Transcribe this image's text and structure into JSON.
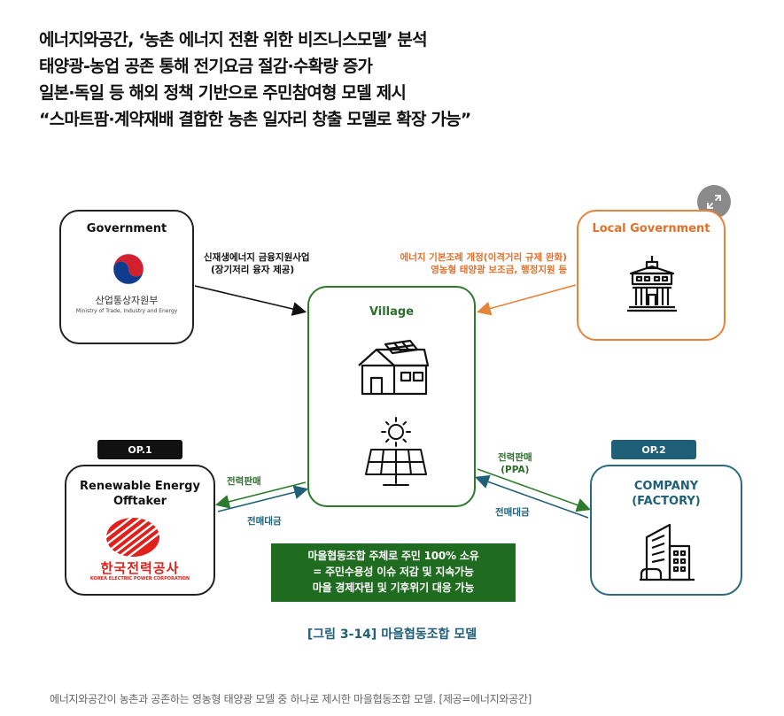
{
  "headline": [
    "에너지와공간, ‘농촌 에너지 전환 위한 비즈니스모델’ 분석",
    "태양광-농업 공존 통해 전기요금 절감·수확량 증가",
    "일본·독일 등 해외 정책 기반으로 주민참여형 모델 제시",
    "“스마트팜·계약재배 결합한 농촌 일자리 창출 모델로 확장 가능”"
  ],
  "diagram": {
    "government": {
      "title": "Government",
      "org_ko": "산업통상자원부",
      "org_en": "Ministry of Trade, Industry and Energy"
    },
    "local_government": {
      "title": "Local Government"
    },
    "village": {
      "title": "Village"
    },
    "renewable": {
      "title_line1": "Renewable Energy",
      "title_line2": "Offtaker",
      "logo_text": "한국전력공사",
      "logo_sub": "KOREA ELECTRIC POWER CORPORATION"
    },
    "company": {
      "title_line1": "COMPANY",
      "title_line2": "(FACTORY)"
    },
    "op1": "OP.1",
    "op2": "OP.2",
    "gov_label_line1": "신재생에너지 금융지원사업",
    "gov_label_line2": "(장기저리 융자 제공)",
    "local_label_line1": "에너지 기본조례 개정(이격거리 규제 완화)",
    "local_label_line2": "영농형 태양광 보조금, 행정지원 등",
    "left_sell": "전력판매",
    "left_pay": "전매대금",
    "right_sell_line1": "전력판매",
    "right_sell_line2": "(PPA)",
    "right_pay": "전매대금",
    "summary": [
      "마을협동조합 주체로 주민 100% 소유",
      "= 주민수용성 이슈 저감 및 지속가능",
      "마을 경제자립 및 기후위기 대응 가능"
    ],
    "figure_caption": "[그림 3-14] 마을협동조합 모델"
  },
  "photo_caption": "에너지와공간이 농촌과 공존하는 영농형 태양광 모델 중 하나로 제시한 마을협동조합 모델. [제공=에너지와공간]",
  "colors": {
    "green": "#2c7a2c",
    "orange": "#e8833a",
    "blue": "#1f5f78",
    "kepco_red": "#e0201b"
  },
  "icons": [
    "expand-icon",
    "government-emblem-icon",
    "city-hall-icon",
    "house-solar-icon",
    "solar-panel-icon",
    "kepco-logo-icon",
    "factory-building-icon"
  ]
}
